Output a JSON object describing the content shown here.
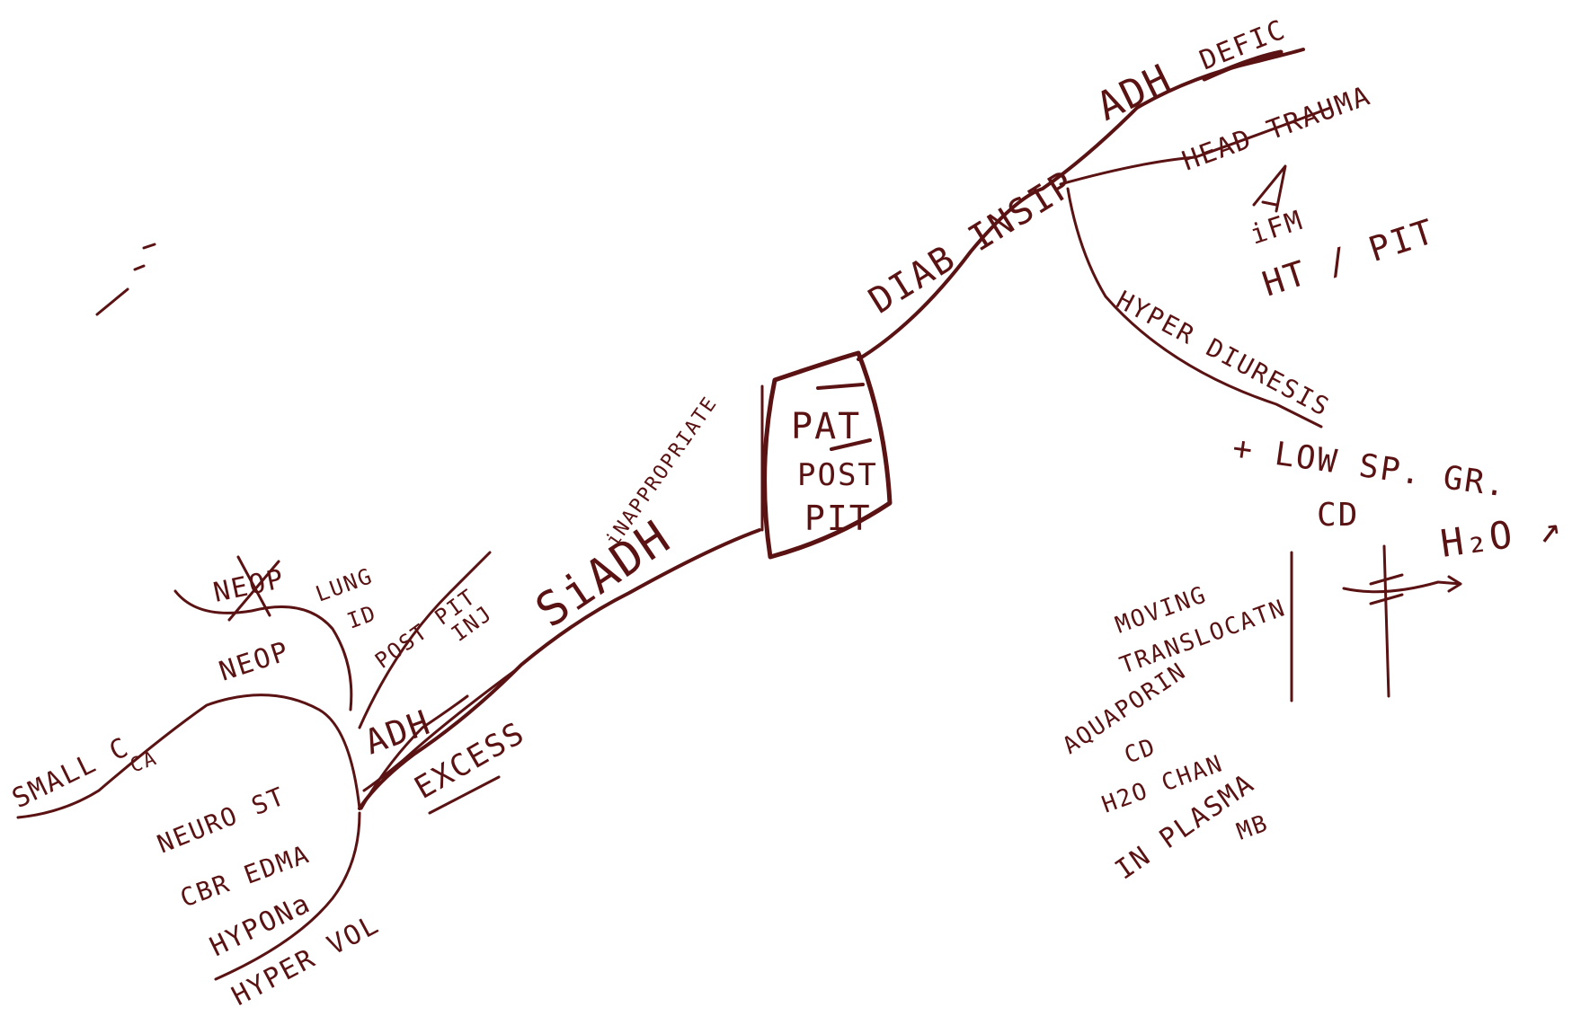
{
  "colors": {
    "ink": "#5a1212",
    "paper": "#ffffff"
  },
  "center": {
    "lines": [
      "PAT",
      "POST",
      "PIT"
    ]
  },
  "diabetes_branch": {
    "label": "DIAB INSIP",
    "adh_label": "ADH",
    "adh_sub": "DEFIC",
    "head_trauma": "HEAD TRAUMA",
    "ifm": "iFM",
    "ht_pit": "HT / PIT",
    "hyperdiuresis": "HYPER DIURESIS",
    "low_sp_gr": "+ LOW SP. GR.",
    "cd": "CD",
    "h2o": "H₂O ↗",
    "notes": [
      "MOVING",
      "TRANSLOCATN",
      "AQUAPORIN",
      "CD",
      "H2O CHAN",
      "IN PLASMA",
      "MB"
    ]
  },
  "siadh_branch": {
    "label": "SiADH",
    "inappropriate": "iNAPPROPRIATE",
    "excess": "EXCESS",
    "adh": "ADH",
    "post_pit": "POST PIT",
    "inj": "INJ",
    "neop": "NEOP",
    "neop_crossed": "NEOP",
    "lung": "LUNG",
    "id": "ID",
    "small_c": "SMALL C",
    "ca": "CA",
    "neuro": [
      "NEURO ST",
      "CBR EDMA",
      "HYPONa"
    ],
    "hypervol": "HYPER VOL"
  }
}
